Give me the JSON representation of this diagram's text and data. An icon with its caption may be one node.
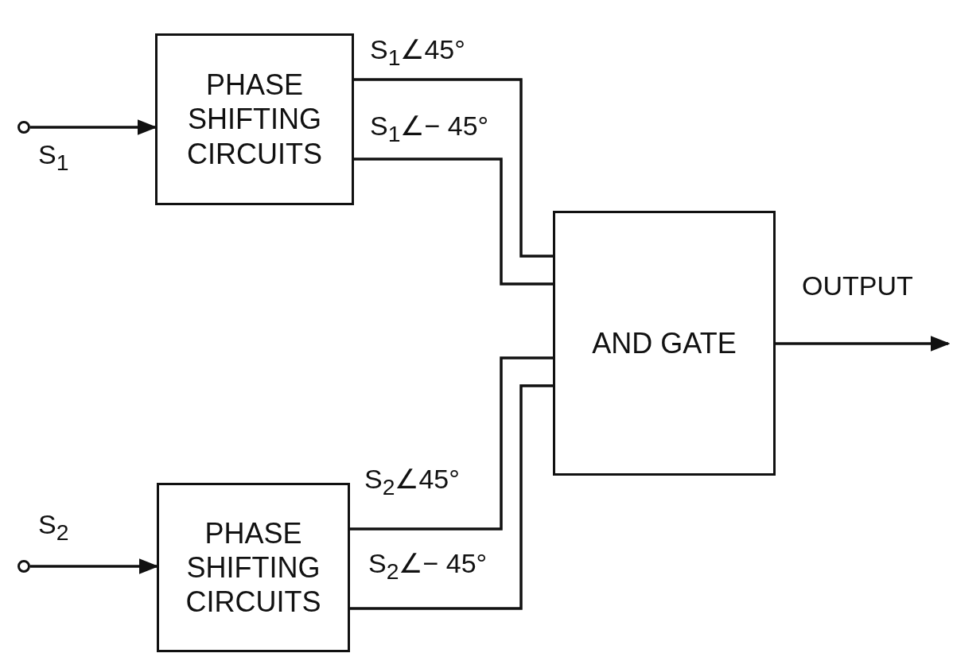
{
  "diagram": {
    "nodes": [
      {
        "text": [],
        "shape": "circle",
        "beside": [
          "S$_{1}$"
        ]
      },
      {
        "text": [
          "PHASE SHIFTING CIRCUITS"
        ]
      },
      {
        "text": [
          "AND GATE"
        ]
      },
      {
        "text": [],
        "shape": "circle",
        "beside": [
          "S$_{2}$"
        ]
      },
      {
        "text": [
          "PHASE SHIFTING CIRCUITS"
        ]
      }
    ],
    "edges": [
      {
        "from": 0,
        "to": 1,
        "arrow": "to"
      },
      {
        "from": 1,
        "to": 2,
        "arrow": "none",
        "label": "S$_{1}$∠45°"
      },
      {
        "from": 1,
        "to": 2,
        "arrow": "none",
        "label": "S$_{1}$∠− 45°"
      },
      {
        "from": 3,
        "to": 4,
        "arrow": "to"
      },
      {
        "from": 4,
        "to": 2,
        "arrow": "none",
        "label": "S$_{2}$∠45°"
      },
      {
        "from": 4,
        "to": 2,
        "arrow": "none",
        "label": "S$_{2}$∠− 45°"
      },
      {
        "from": 2,
        "to": null,
        "arrow": "to",
        "label": "OUTPUT"
      }
    ]
  }
}
